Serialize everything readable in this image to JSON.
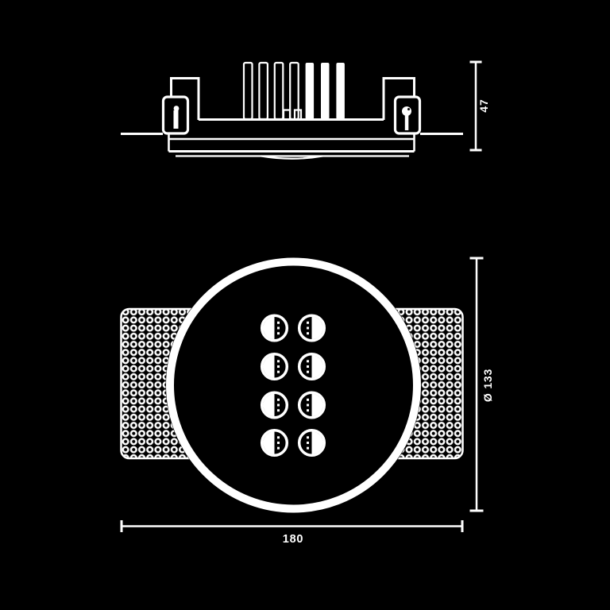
{
  "page": {
    "background_color": "#000000",
    "line_color": "#ffffff"
  },
  "drawing": {
    "views": {
      "section": {
        "fin_count": 7,
        "clip_count": 2
      },
      "plan": {
        "led_count": 8,
        "led_rows": 4,
        "led_columns": 2,
        "plate_count": 2
      }
    },
    "dimensions": {
      "height": {
        "label": "47"
      },
      "diameter": {
        "label": "Ø 133"
      },
      "width": {
        "label": "180"
      }
    }
  }
}
